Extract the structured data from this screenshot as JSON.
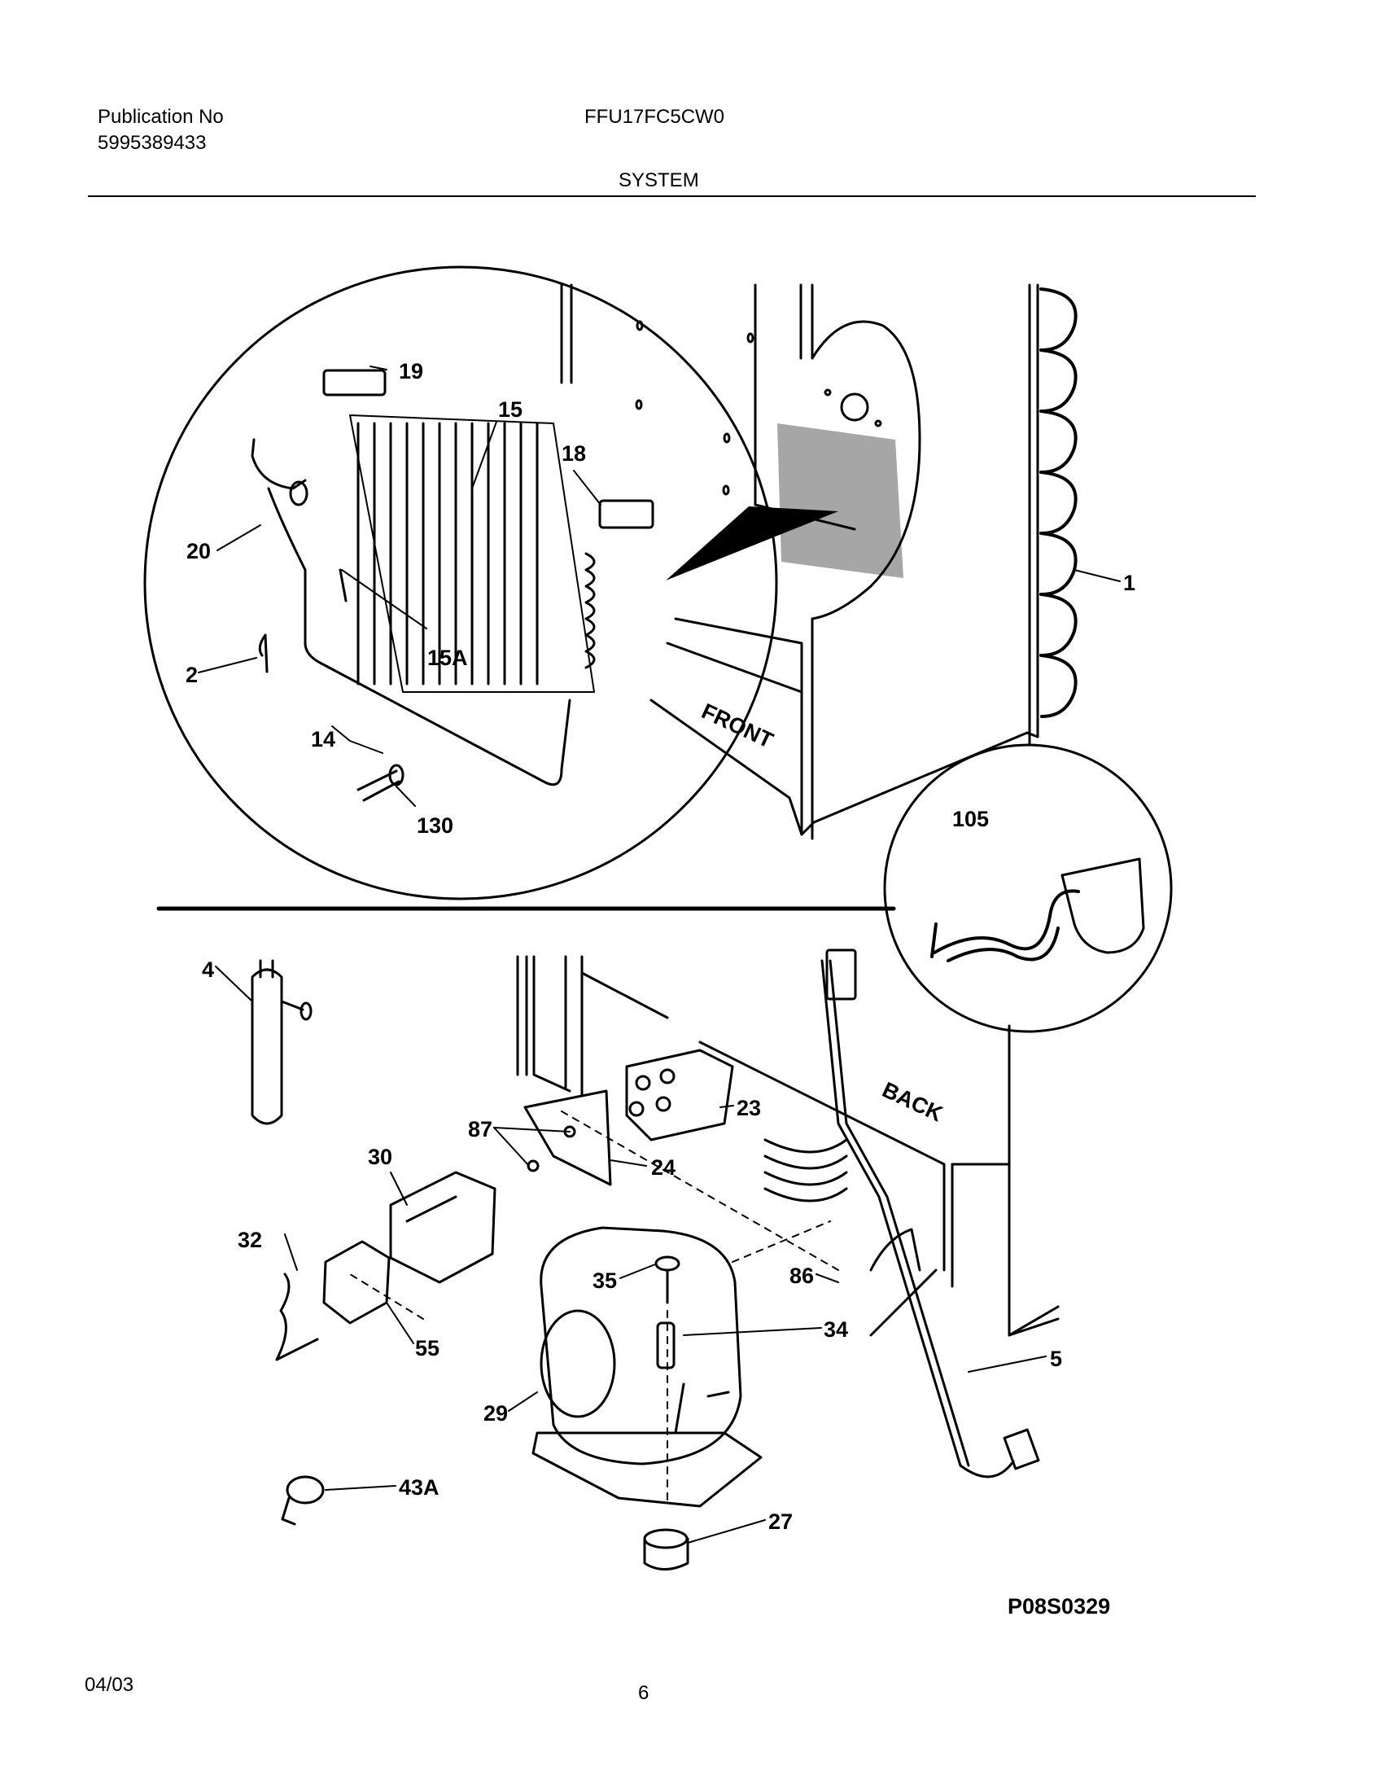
{
  "header": {
    "publication_label": "Publication No",
    "publication_number": "5995389433",
    "model": "FFU17FC5CW0",
    "section": "SYSTEM"
  },
  "callouts": {
    "p19": "19",
    "p15": "15",
    "p18": "18",
    "p20": "20",
    "p15a": "15A",
    "p2": "2",
    "p14": "14",
    "p130": "130",
    "p1": "1",
    "p105": "105",
    "p4": "4",
    "p23": "23",
    "p87": "87",
    "p24": "24",
    "p30": "30",
    "p32": "32",
    "p55": "55",
    "p35": "35",
    "p86": "86",
    "p34": "34",
    "p29": "29",
    "p5": "5",
    "p43a": "43A",
    "p27": "27"
  },
  "embossed": {
    "front": "FRONT",
    "back": "BACK"
  },
  "drawing_code": "P08S0329",
  "footer": {
    "date": "04/03",
    "page": "6"
  }
}
